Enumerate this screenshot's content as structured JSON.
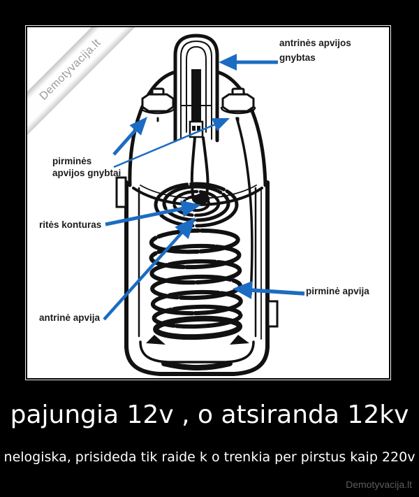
{
  "poster": {
    "title": "pajungia 12v , o atsiranda 12kv",
    "subtitle": "nelogiska, prisideda tik raide k o trenkia per pirstus kaip 220v",
    "corner_watermark": "Demotyvacija.lt",
    "footer_watermark": "Demotyvacija.lt"
  },
  "diagram": {
    "labels": {
      "secondary_terminal_line1": "antrinės apvijos",
      "secondary_terminal_line2": "gnybtas",
      "primary_terminals_line1": "pirminės",
      "primary_terminals_line2": "apvijos gnybtai",
      "coil_core": "ritės konturas",
      "secondary_winding": "antrinė apvija",
      "primary_winding": "pirminė apvija"
    },
    "colors": {
      "arrow_blue": "#1b6cc2",
      "line_black": "#111111",
      "label_text": "#1c1c1c",
      "background": "#000000",
      "panel": "#ffffff"
    }
  }
}
